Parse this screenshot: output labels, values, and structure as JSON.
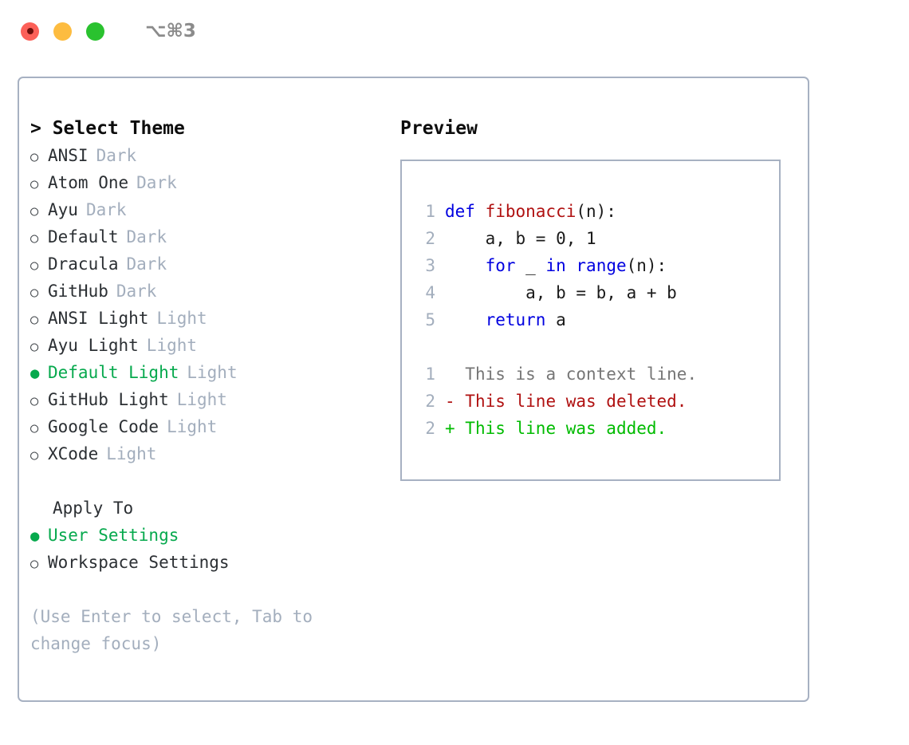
{
  "window": {
    "title": "⌥⌘3",
    "traffic_lights": [
      {
        "name": "close",
        "color": "#fc6058"
      },
      {
        "name": "minimize",
        "color": "#fdbc40"
      },
      {
        "name": "zoom",
        "color": "#2ac22f"
      }
    ]
  },
  "theme_picker": {
    "header": "> Select Theme",
    "items": [
      {
        "bullet": "○",
        "name": "ANSI",
        "variant": "Dark",
        "selected": false
      },
      {
        "bullet": "○",
        "name": "Atom One",
        "variant": "Dark",
        "selected": false
      },
      {
        "bullet": "○",
        "name": "Ayu",
        "variant": "Dark",
        "selected": false
      },
      {
        "bullet": "○",
        "name": "Default",
        "variant": "Dark",
        "selected": false
      },
      {
        "bullet": "○",
        "name": "Dracula",
        "variant": "Dark",
        "selected": false
      },
      {
        "bullet": "○",
        "name": "GitHub",
        "variant": "Dark",
        "selected": false
      },
      {
        "bullet": "○",
        "name": "ANSI Light",
        "variant": "Light",
        "selected": false
      },
      {
        "bullet": "○",
        "name": "Ayu Light",
        "variant": "Light",
        "selected": false
      },
      {
        "bullet": "●",
        "name": "Default Light",
        "variant": "Light",
        "selected": true
      },
      {
        "bullet": "○",
        "name": "GitHub Light",
        "variant": "Light",
        "selected": false
      },
      {
        "bullet": "○",
        "name": "Google Code",
        "variant": "Light",
        "selected": false
      },
      {
        "bullet": "○",
        "name": "XCode",
        "variant": "Light",
        "selected": false
      }
    ]
  },
  "apply_to": {
    "header": "Apply To",
    "options": [
      {
        "bullet": "●",
        "label": "User Settings",
        "selected": true
      },
      {
        "bullet": "○",
        "label": "Workspace Settings",
        "selected": false
      }
    ]
  },
  "hint": "(Use Enter to select, Tab to change focus)",
  "preview": {
    "title": "Preview",
    "code_lines": [
      {
        "number": "1",
        "tokens": [
          {
            "text": "def ",
            "type": "kw"
          },
          {
            "text": "fibonacci",
            "type": "fn"
          },
          {
            "text": "(n):",
            "type": "plain"
          }
        ]
      },
      {
        "number": "2",
        "tokens": [
          {
            "text": "    a, b = 0, 1",
            "type": "plain"
          }
        ]
      },
      {
        "number": "3",
        "tokens": [
          {
            "text": "    ",
            "type": "plain"
          },
          {
            "text": "for",
            "type": "kw"
          },
          {
            "text": " _ ",
            "type": "plain"
          },
          {
            "text": "in",
            "type": "kw"
          },
          {
            "text": " ",
            "type": "plain"
          },
          {
            "text": "range",
            "type": "kw"
          },
          {
            "text": "(n):",
            "type": "plain"
          }
        ]
      },
      {
        "number": "4",
        "tokens": [
          {
            "text": "        a, b = b, a + b",
            "type": "plain"
          }
        ]
      },
      {
        "number": "5",
        "tokens": [
          {
            "text": "    ",
            "type": "plain"
          },
          {
            "text": "return",
            "type": "kw"
          },
          {
            "text": " a",
            "type": "plain"
          }
        ]
      }
    ],
    "diff_lines": [
      {
        "number": "1",
        "marker": "  ",
        "text": "This is a context line.",
        "type": "context"
      },
      {
        "number": "2",
        "marker": "- ",
        "text": "This line was deleted.",
        "type": "del"
      },
      {
        "number": "2",
        "marker": "+ ",
        "text": "This line was added.",
        "type": "add"
      }
    ]
  },
  "colors": {
    "accent_green": "#06a94d",
    "muted": "#a3aebd",
    "border": "#a7b1c2",
    "keyword_blue": "#0000e0",
    "function_red": "#b01111",
    "diff_add_green": "#00bb00",
    "diff_del_red": "#b01111",
    "diff_context_grey": "#767676"
  }
}
